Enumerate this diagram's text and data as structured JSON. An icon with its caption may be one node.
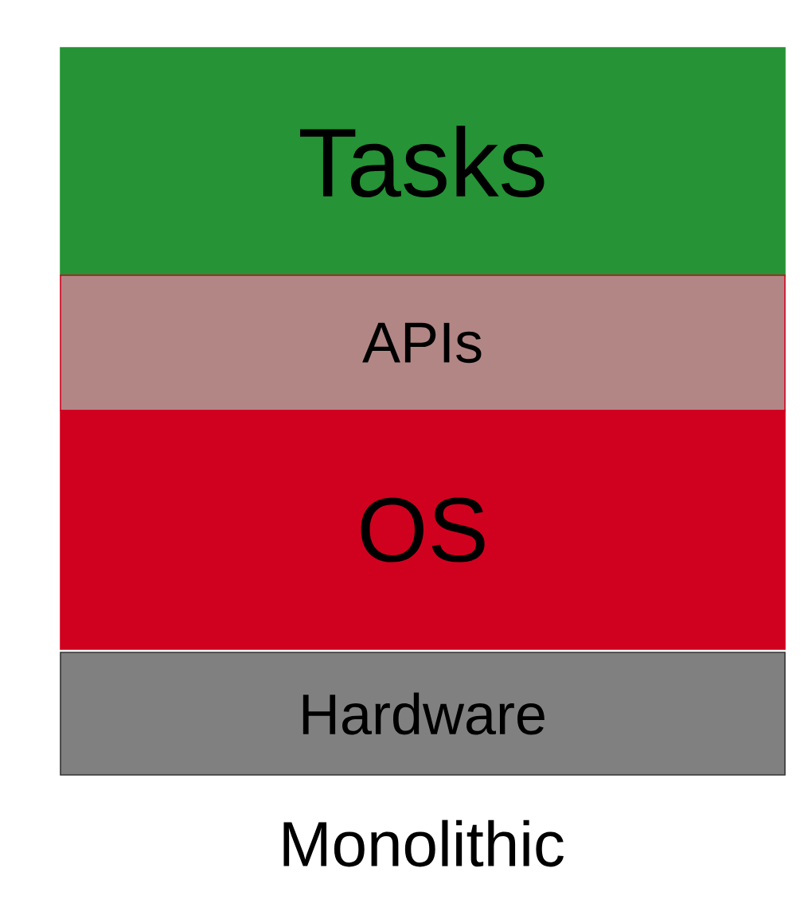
{
  "diagram": {
    "caption": "Monolithic",
    "nodes": [
      {
        "text": [
          "Tasks"
        ]
      },
      {
        "text": [
          "APIs"
        ]
      },
      {
        "text": [
          "OS"
        ]
      },
      {
        "text": [
          "Hardware"
        ]
      }
    ]
  }
}
